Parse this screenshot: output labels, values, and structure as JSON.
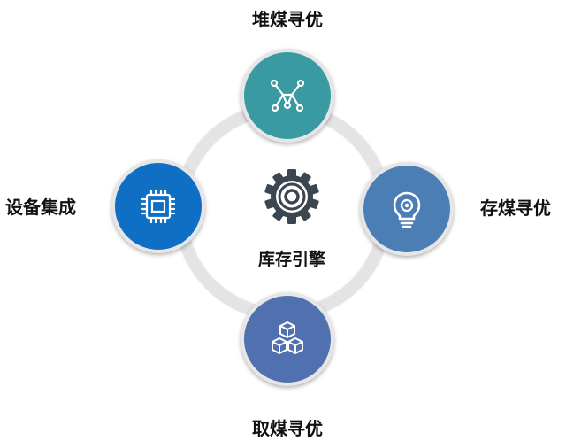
{
  "diagram": {
    "center": {
      "label": "库存引擎",
      "icon": "gear-icon",
      "icon_color": "#3c4650"
    },
    "ring_color": "#e4e4e4",
    "nodes": [
      {
        "id": "top",
        "label": "堆煤寻优",
        "icon": "network-nodes-icon",
        "color": "#3a9aa1"
      },
      {
        "id": "right",
        "label": "存煤寻优",
        "icon": "lightbulb-gear-icon",
        "color": "#4a7eb5"
      },
      {
        "id": "bottom",
        "label": "取煤寻优",
        "icon": "cubes-icon",
        "color": "#5170b0"
      },
      {
        "id": "left",
        "label": "设备集成",
        "icon": "chip-icon",
        "color": "#0f6fc4"
      }
    ]
  }
}
